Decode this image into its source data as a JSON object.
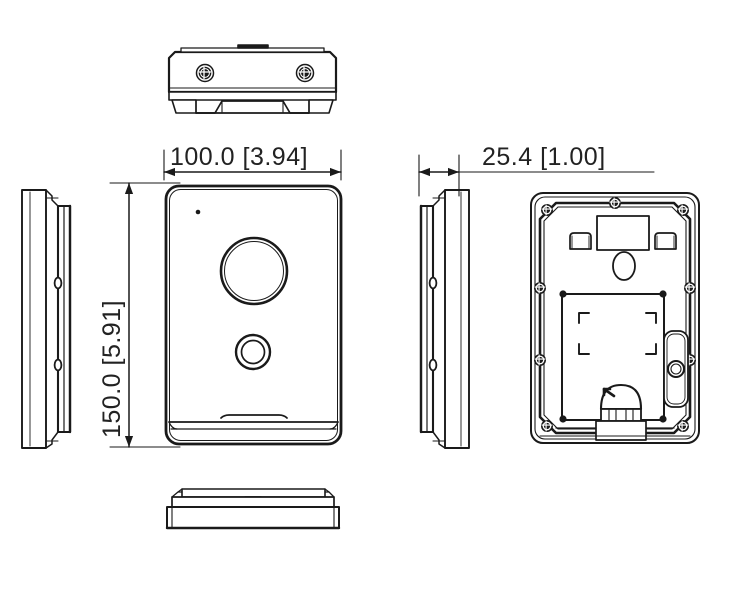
{
  "drawing": {
    "type": "mechanical-dimension-drawing",
    "subject": "Video door station / intercom panel enclosure",
    "units": "millimeters with inches in brackets",
    "background_color": "#ffffff",
    "line_color": "#1a1a1a",
    "text_color": "#222222"
  },
  "dimensions": {
    "width": {
      "label": "100.0  [3.94]",
      "mm": "100.0",
      "inch": "[3.94]",
      "orientation": "horizontal",
      "view": "front"
    },
    "height": {
      "label": "150.0  [5.91]",
      "mm": "150.0",
      "inch": "[5.91]",
      "orientation": "vertical",
      "view": "front"
    },
    "depth": {
      "label": "25.4  [1.00]",
      "mm": "25.4",
      "inch": "[1.00]",
      "orientation": "horizontal",
      "view": "side"
    }
  },
  "views": [
    {
      "id": "top-view",
      "name": "Top view",
      "position": "top-center"
    },
    {
      "id": "left-side-view",
      "name": "Left side view",
      "position": "far-left"
    },
    {
      "id": "front-view",
      "name": "Front view",
      "position": "center-left"
    },
    {
      "id": "right-side-view",
      "name": "Right side view",
      "position": "center-right"
    },
    {
      "id": "rear-view",
      "name": "Rear view",
      "position": "right"
    },
    {
      "id": "bottom-view",
      "name": "Bottom view",
      "position": "bottom-center"
    }
  ],
  "front_features": [
    {
      "name": "microphone-hole",
      "shape": "dot"
    },
    {
      "name": "camera-lens",
      "shape": "large-circle"
    },
    {
      "name": "call-button",
      "shape": "small-double-circle"
    },
    {
      "name": "bottom-lip",
      "shape": "raised-strip"
    }
  ],
  "rear_features": [
    {
      "name": "mounting-plate-cutout",
      "shape": "rectangle"
    },
    {
      "name": "left-tab-slot",
      "shape": "rounded-tab"
    },
    {
      "name": "right-tab-slot",
      "shape": "rounded-tab"
    },
    {
      "name": "oval-keyhole",
      "shape": "oval"
    },
    {
      "name": "bracket-corner-marks",
      "shape": "four-L-marks"
    },
    {
      "name": "side-slot-with-hole",
      "shape": "vertical-rounded-slot"
    },
    {
      "name": "cable-gland-dome",
      "shape": "dome-with-ribs"
    },
    {
      "name": "screw-bosses",
      "count": 12
    }
  ],
  "top_features": [
    {
      "name": "fixing-screw-left",
      "shape": "cross-screw"
    },
    {
      "name": "fixing-screw-right",
      "shape": "cross-screw"
    },
    {
      "name": "bottom-recess",
      "shape": "trapezoid-notch"
    }
  ]
}
